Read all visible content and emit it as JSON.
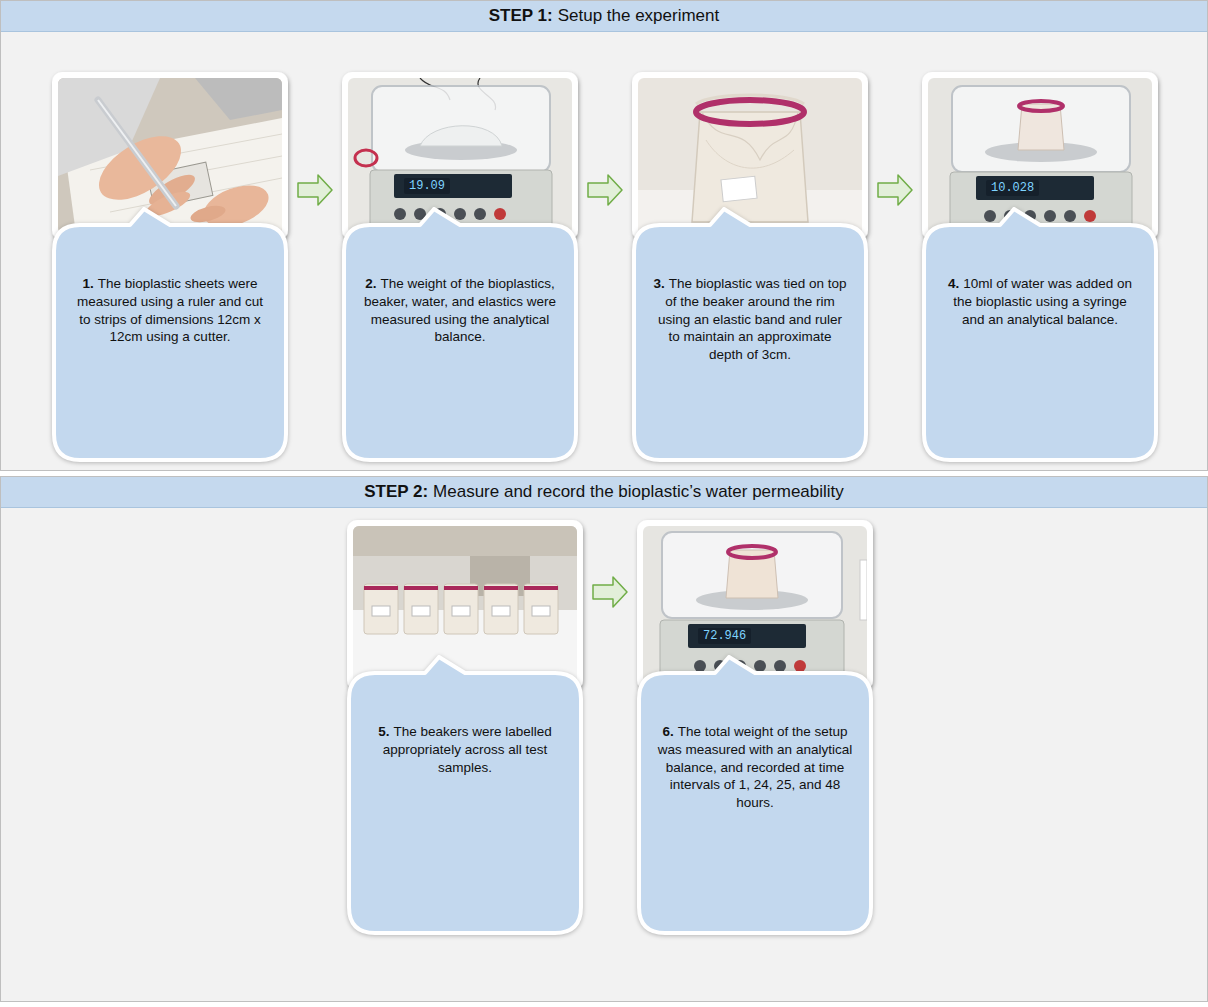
{
  "diagram": {
    "nodes": [
      {
        "text": [
          "STEP 1:",
          "Setup the experiment"
        ]
      },
      {
        "text": [
          "1.",
          "The bioplastic sheets were measured using a ruler and cut to strips of dimensions 12cm x 12cm using a cutter."
        ],
        "in": 0
      },
      {
        "text": [
          "2.",
          "The weight of the bioplastics, beaker, water, and elastics were measured using the analytical balance."
        ],
        "in": 0
      },
      {
        "text": [
          "3.",
          "The bioplastic was tied on top of the beaker around the rim using an elastic band and ruler to maintain an approximate depth of 3cm."
        ],
        "in": 0
      },
      {
        "text": [
          "4.",
          "10ml of water was added on the bioplastic using a syringe and an analytical balance."
        ],
        "in": 0
      },
      {
        "text": [
          "STEP 2:",
          "Measure and record the bioplastic’s water permeability"
        ]
      },
      {
        "text": [
          "5.",
          "The beakers were labelled appropriately across all test samples."
        ],
        "in": 5
      },
      {
        "text": [
          "6.",
          "The total weight of the setup was measured with an analytical balance, and recorded at time intervals of 1, 24, 25, and 48 hours."
        ],
        "in": 5
      }
    ],
    "edges": [
      {
        "from": 1,
        "to": 2,
        "arrow": "to"
      },
      {
        "from": 2,
        "to": 3,
        "arrow": "to"
      },
      {
        "from": 3,
        "to": 4,
        "arrow": "to"
      },
      {
        "from": 6,
        "to": 7,
        "arrow": "to"
      }
    ],
    "labels": [
      "19.09",
      "10.028",
      "72.946"
    ]
  }
}
